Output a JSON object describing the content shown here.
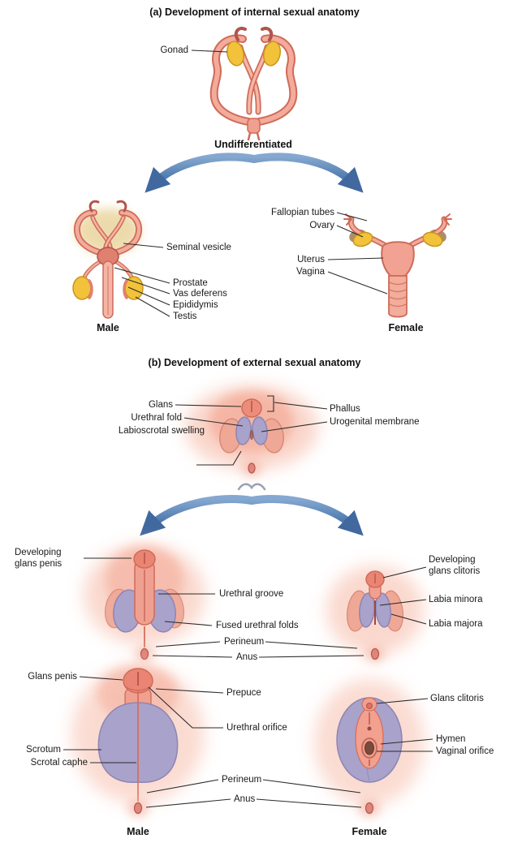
{
  "section_a": {
    "title": "(a) Development of internal sexual anatomy",
    "caption_undifferentiated": "Undifferentiated",
    "caption_male": "Male",
    "caption_female": "Female",
    "labels": {
      "gonad": "Gonad",
      "seminal_vesicle": "Seminal vesicle",
      "prostate": "Prostate",
      "vas_deferens": "Vas deferens",
      "epididymis": "Epididymis",
      "testis": "Testis",
      "fallopian_tubes": "Fallopian tubes",
      "ovary": "Ovary",
      "uterus": "Uterus",
      "vagina": "Vagina"
    }
  },
  "section_b": {
    "title": "(b) Development of external sexual anatomy",
    "caption_male": "Male",
    "caption_female": "Female",
    "undifferentiated_labels": {
      "glans": "Glans",
      "urethral_fold": "Urethral fold",
      "labioscrotal_swelling": "Labioscrotal swelling",
      "phallus": "Phallus",
      "urogenital_membrane": "Urogenital membrane"
    },
    "developing_labels": {
      "developing_glans_penis": "Developing\nglans penis",
      "urethral_groove": "Urethral groove",
      "fused_urethral_folds": "Fused urethral folds",
      "perineum": "Perineum",
      "anus": "Anus",
      "developing_glans_clitoris": "Developing\nglans clitoris",
      "labia_minora": "Labia minora",
      "labia_majora": "Labia majora"
    },
    "mature_labels": {
      "glans_penis": "Glans penis",
      "scrotum": "Scrotum",
      "scrotal_caphe": "Scrotal caphe",
      "prepuce": "Prepuce",
      "urethral_orifice": "Urethral orifice",
      "perineum": "Perineum",
      "anus": "Anus",
      "glans_clitoris": "Glans clitoris",
      "hymen": "Hymen",
      "vaginal_orifice": "Vaginal orifice"
    }
  },
  "colors": {
    "skin_pink": "#f2a292",
    "skin_outline": "#cf6b59",
    "gonad_yellow": "#f2c23a",
    "lavender": "#a9a2ca",
    "arrow_blue": "#4a74a8",
    "label_text": "#1a1a1a"
  }
}
